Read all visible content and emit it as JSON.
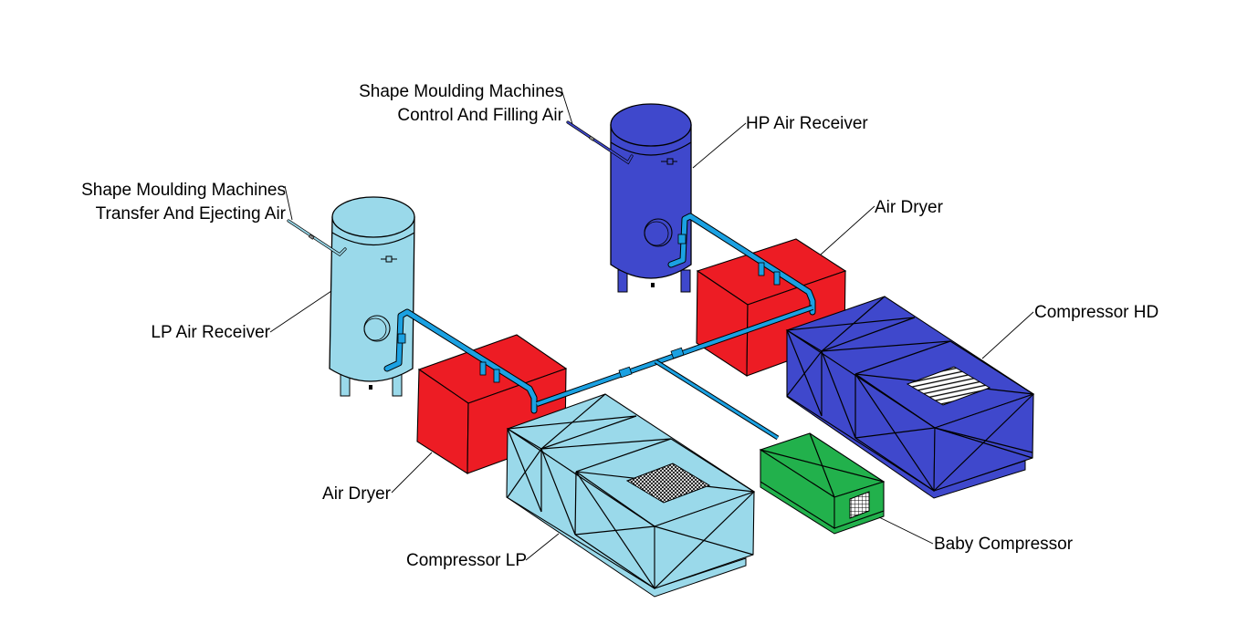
{
  "diagram": {
    "title": "Compressed Air System Layout",
    "colors": {
      "lp": "#9ad9ea",
      "hp": "#3f48cc",
      "dryer": "#ed1c24",
      "baby": "#22b14c",
      "pipe": "#1ba1e2",
      "outline": "#000000"
    },
    "labels": {
      "sm_control_line1": "Shape Moulding Machines",
      "sm_control_line2": "Control And Filling Air",
      "sm_transfer_line1": "Shape Moulding Machines",
      "sm_transfer_line2": "Transfer And Ejecting Air",
      "hp_receiver": "HP Air Receiver",
      "lp_receiver": "LP Air Receiver",
      "air_dryer_hp": "Air Dryer",
      "air_dryer_lp": "Air Dryer",
      "compressor_hd": "Compressor HD",
      "compressor_lp": "Compressor LP",
      "baby_compressor": "Baby Compressor"
    },
    "equipment": [
      {
        "id": "hp-air-receiver",
        "type": "vertical-tank",
        "color": "hp"
      },
      {
        "id": "lp-air-receiver",
        "type": "vertical-tank",
        "color": "lp"
      },
      {
        "id": "air-dryer-hp",
        "type": "box",
        "color": "dryer"
      },
      {
        "id": "air-dryer-lp",
        "type": "box",
        "color": "dryer"
      },
      {
        "id": "compressor-hd",
        "type": "enclosure",
        "color": "hp"
      },
      {
        "id": "compressor-lp",
        "type": "enclosure",
        "color": "lp"
      },
      {
        "id": "baby-compressor",
        "type": "enclosure",
        "color": "baby"
      }
    ]
  }
}
